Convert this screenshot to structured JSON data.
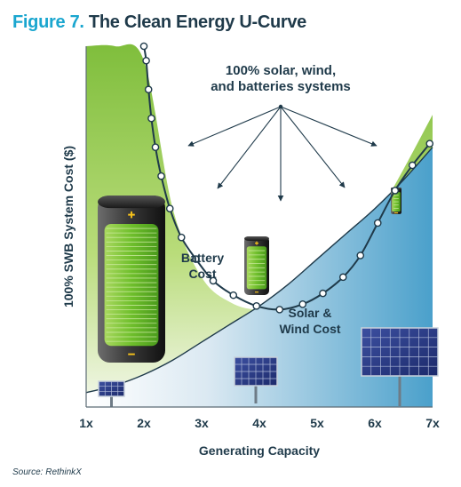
{
  "figure": {
    "number": "Figure 7.",
    "title": "The Clean Energy U-Curve",
    "source": "Source: RethinkX"
  },
  "colors": {
    "text": "#1f3a4a",
    "accent": "#1aa6cf",
    "battery_area": "#8cc63f",
    "solar_wind_area": "#6fb0d2",
    "curve_line": "#1f3a4a",
    "marker_fill": "#ffffff"
  },
  "chart_data": {
    "type": "area",
    "xlabel": "Generating Capacity",
    "ylabel": "100% SWB System Cost ($)",
    "x_ticks": [
      "1x",
      "2x",
      "3x",
      "4x",
      "5x",
      "6x",
      "7x"
    ],
    "xlim": [
      1,
      7
    ],
    "ylim": [
      0,
      100
    ],
    "grid": false,
    "series": [
      {
        "name": "Solar & Wind Cost",
        "role": "lower area",
        "x": [
          1,
          1.5,
          2,
          2.5,
          3,
          3.5,
          4,
          4.5,
          5,
          5.5,
          6,
          6.5,
          7
        ],
        "values": [
          4,
          6,
          9,
          13,
          18,
          23,
          28,
          34,
          41,
          48,
          55,
          63,
          72
        ]
      },
      {
        "name": "Battery Cost",
        "role": "upper area (total system cost)",
        "x": [
          1,
          1.5,
          2,
          2.5,
          3,
          3.5,
          4,
          4.5,
          5,
          5.5,
          6,
          6.5,
          7
        ],
        "values": [
          100,
          100,
          96,
          55,
          36,
          29,
          27,
          29,
          34,
          41,
          52,
          66,
          81
        ]
      }
    ],
    "u_curve_markers": {
      "x": [
        2.0,
        2.04,
        2.08,
        2.13,
        2.2,
        2.3,
        2.45,
        2.65,
        2.9,
        3.2,
        3.55,
        3.95,
        4.35,
        4.75,
        5.1,
        5.45,
        5.75,
        6.05,
        6.35,
        6.65,
        6.95
      ],
      "values": [
        100,
        96,
        88,
        80,
        72,
        64,
        55,
        47,
        41,
        35,
        31,
        28,
        27,
        28.5,
        31.5,
        36,
        42,
        51,
        60,
        67,
        73
      ]
    },
    "annotations": [
      {
        "text_lines": [
          "100% solar, wind,",
          "and batteries systems"
        ],
        "arrows_to_x": [
          2.7,
          3.3,
          4.4,
          5.5,
          6.2
        ]
      },
      {
        "text_lines": [
          "Battery",
          "Cost"
        ],
        "series": "Battery Cost"
      },
      {
        "text_lines": [
          "Solar &",
          "Wind Cost"
        ],
        "series": "Solar & Wind Cost"
      }
    ],
    "illustrations": [
      {
        "kind": "battery",
        "size": "large",
        "near_x": 2.0
      },
      {
        "kind": "battery",
        "size": "medium",
        "near_x": 4.0
      },
      {
        "kind": "battery",
        "size": "small",
        "near_x": 6.3
      },
      {
        "kind": "solar-panel",
        "size": "small",
        "near_x": 1.4
      },
      {
        "kind": "solar-panel",
        "size": "medium",
        "near_x": 4.0
      },
      {
        "kind": "solar-panel",
        "size": "large",
        "near_x": 6.5
      }
    ]
  }
}
